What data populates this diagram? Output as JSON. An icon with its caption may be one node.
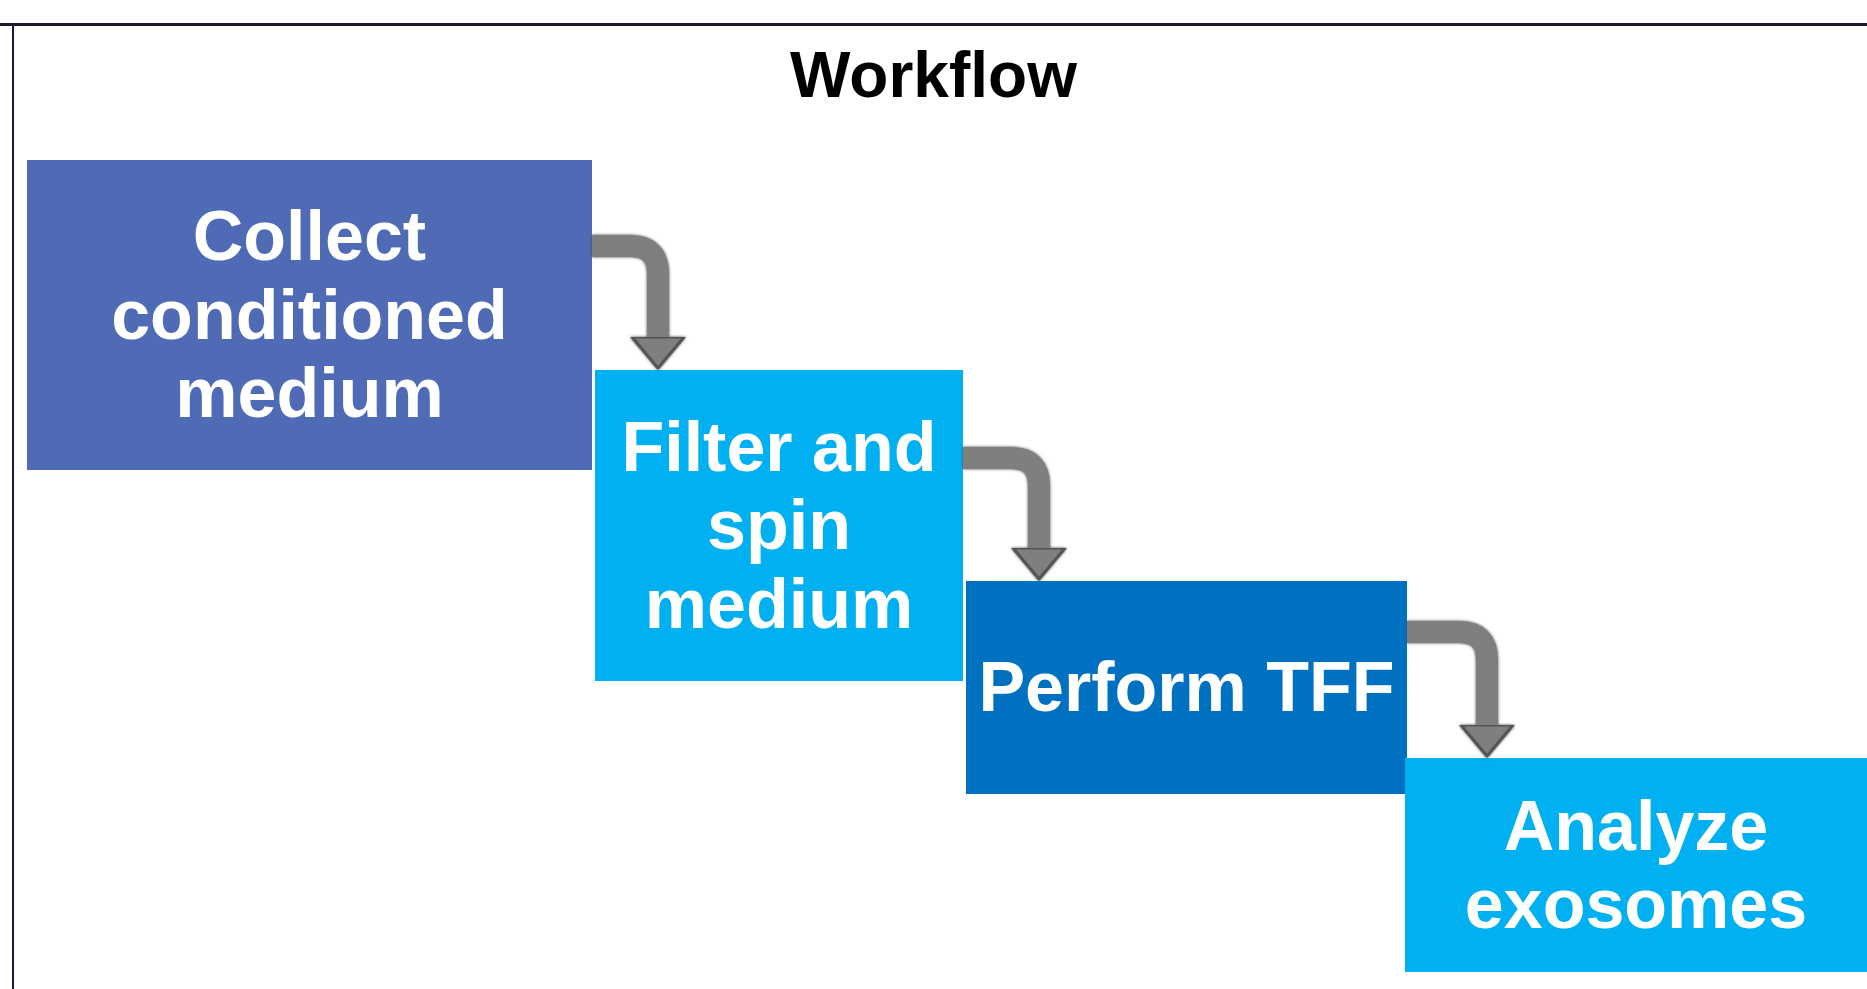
{
  "diagram": {
    "title": "Workflow",
    "nodes": [
      {
        "text": [
          "Collect conditioned medium"
        ]
      },
      {
        "text": [
          "Filter and spin medium"
        ]
      },
      {
        "text": [
          "Perform TFF"
        ]
      },
      {
        "text": [
          "Analyze exosomes"
        ]
      }
    ],
    "edges": [
      {
        "from": 0,
        "to": 1,
        "arrow": "to"
      },
      {
        "from": 1,
        "to": 2,
        "arrow": "to"
      },
      {
        "from": 2,
        "to": 3,
        "arrow": "to"
      }
    ]
  }
}
